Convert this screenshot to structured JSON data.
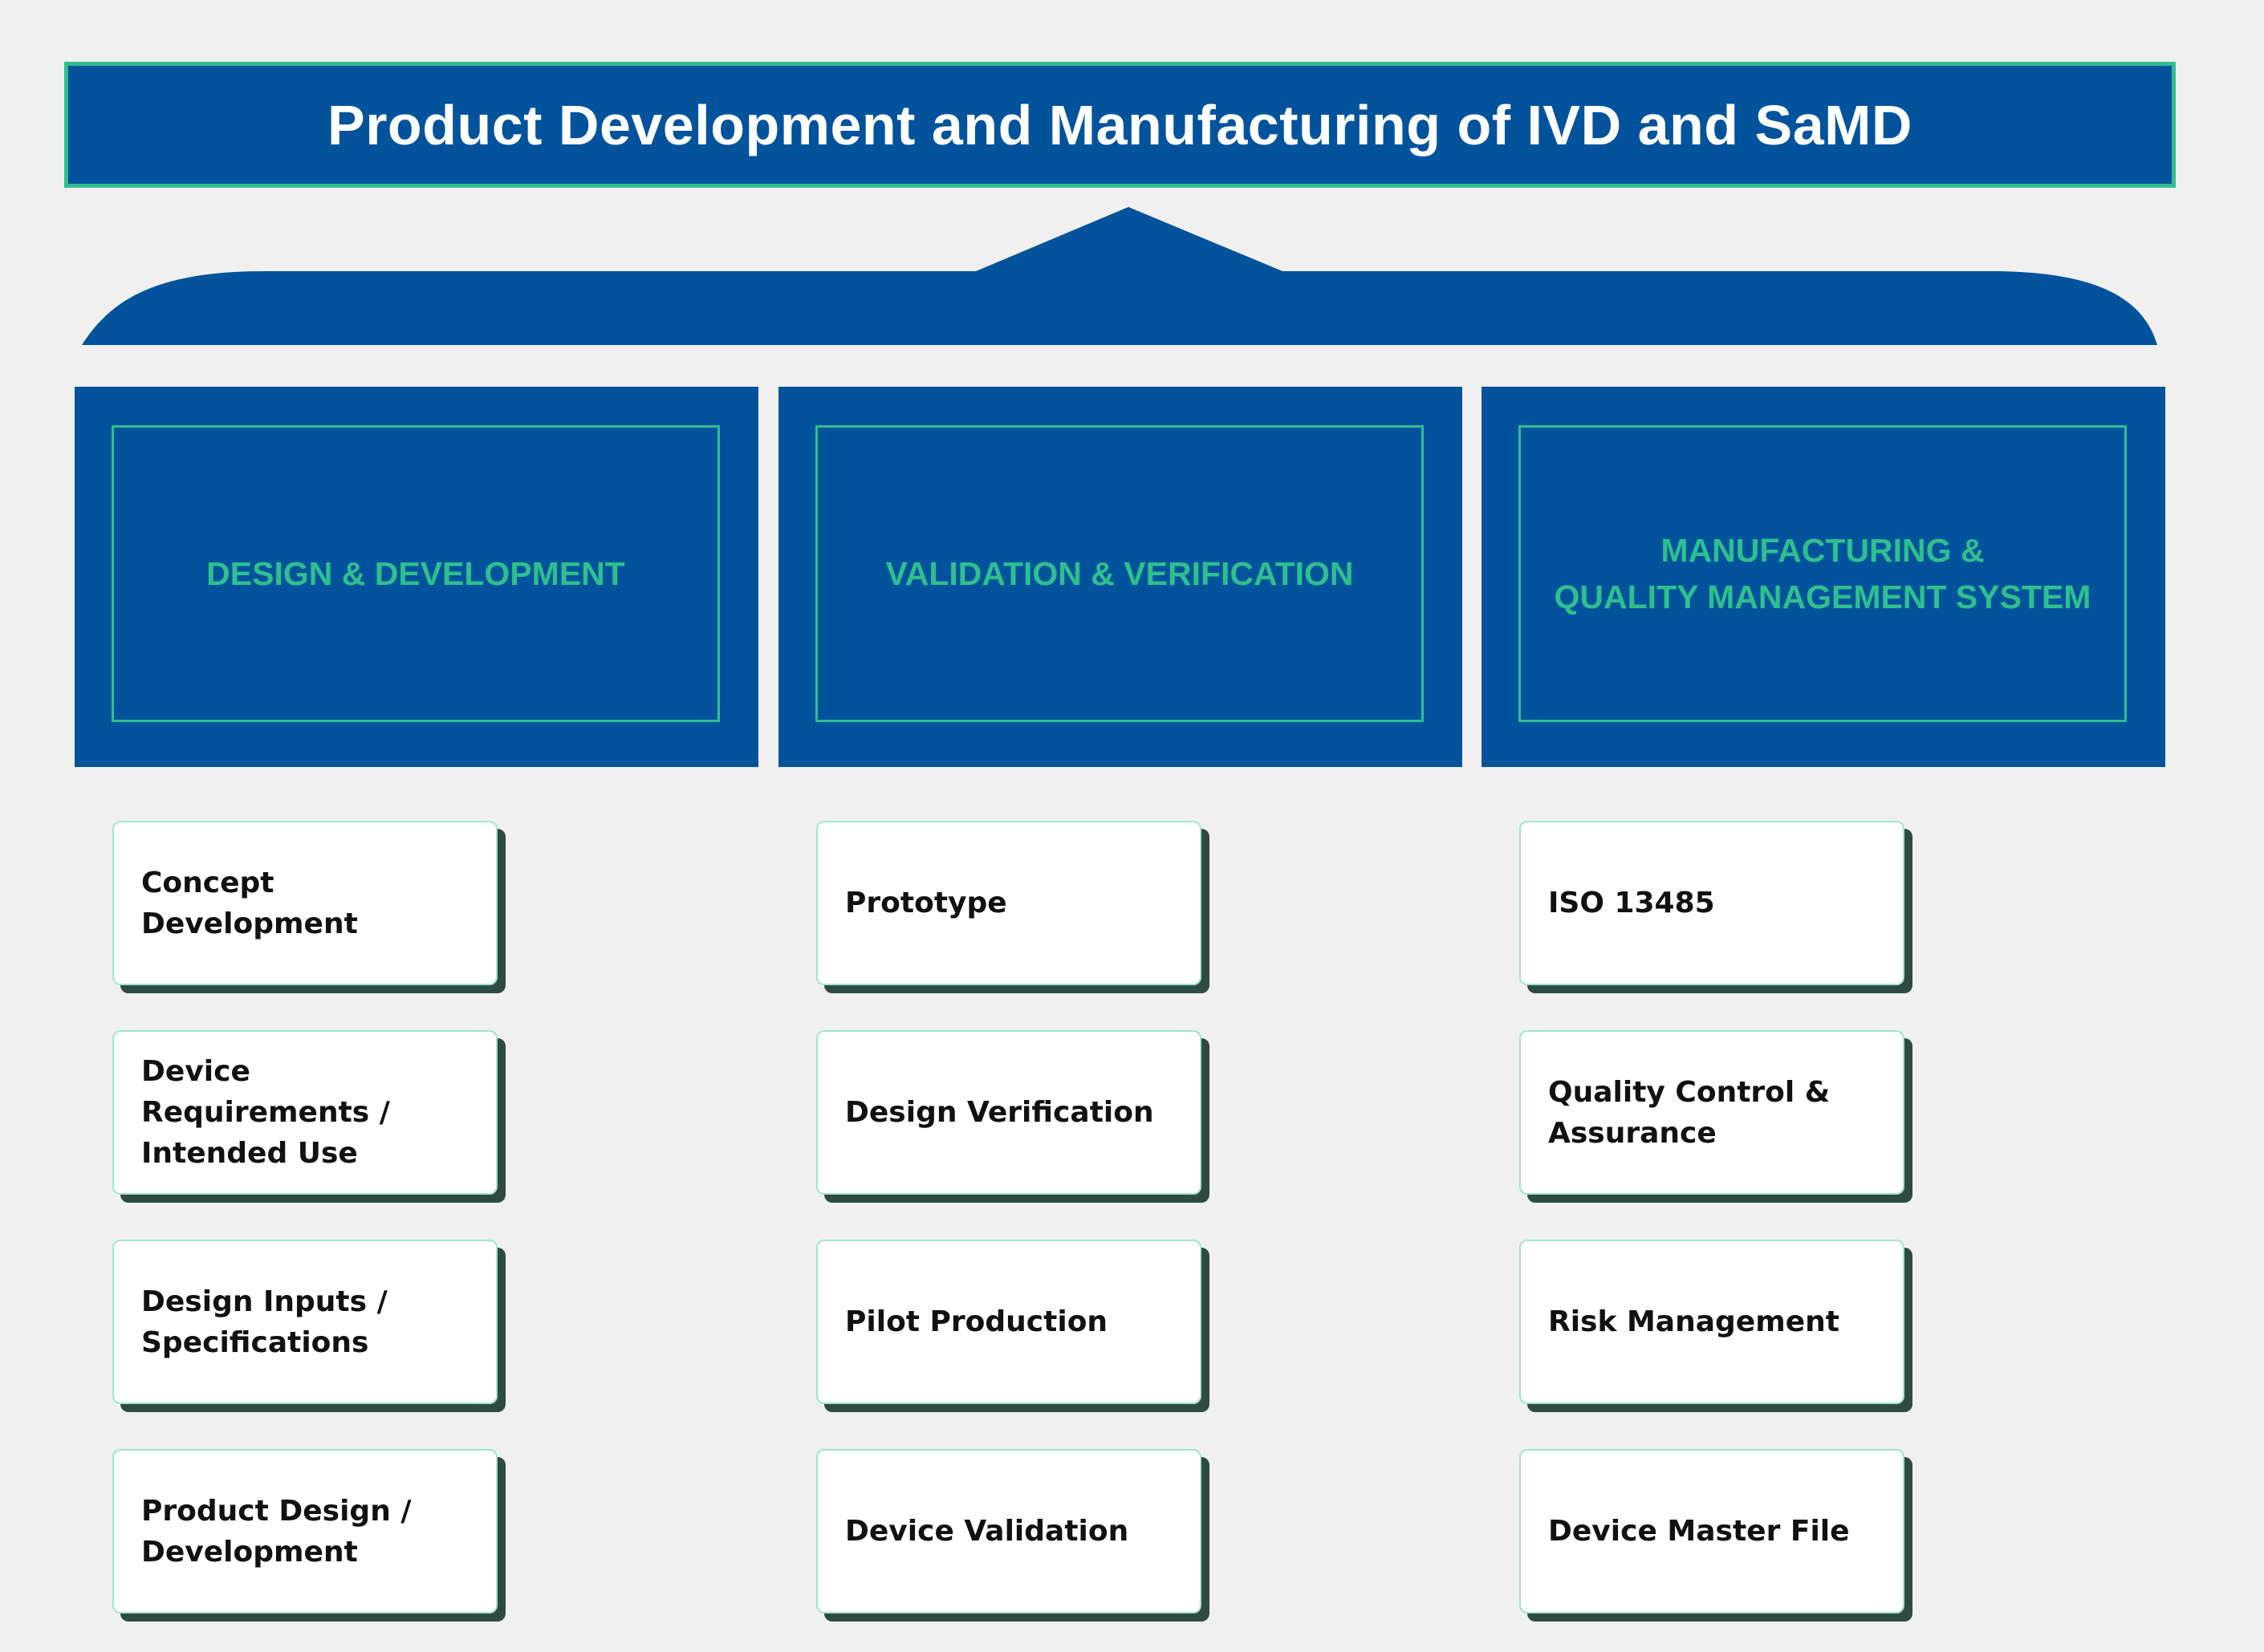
{
  "title": "Product Development and Manufacturing of IVD and SaMD",
  "colors": {
    "primary_blue": "#02539c",
    "accent_green": "#2fbf8f",
    "background": "#f0f0f0",
    "card_shadow": "#2f4a43"
  },
  "pillars": [
    {
      "title": "DESIGN & DEVELOPMENT",
      "items": [
        "Concept Development",
        "Device Requirements /\nIntended Use",
        "Design Inputs /\nSpecifications",
        "Product Design /\nDevelopment"
      ]
    },
    {
      "title": "VALIDATION & VERIFICATION",
      "items": [
        "Prototype",
        "Design Verification",
        "Pilot Production",
        "Device Validation"
      ]
    },
    {
      "title": "MANUFACTURING &\nQUALITY MANAGEMENT SYSTEM",
      "items": [
        "ISO 13485",
        "Quality Control &\nAssurance",
        "Risk Management",
        "Device Master File"
      ]
    }
  ]
}
